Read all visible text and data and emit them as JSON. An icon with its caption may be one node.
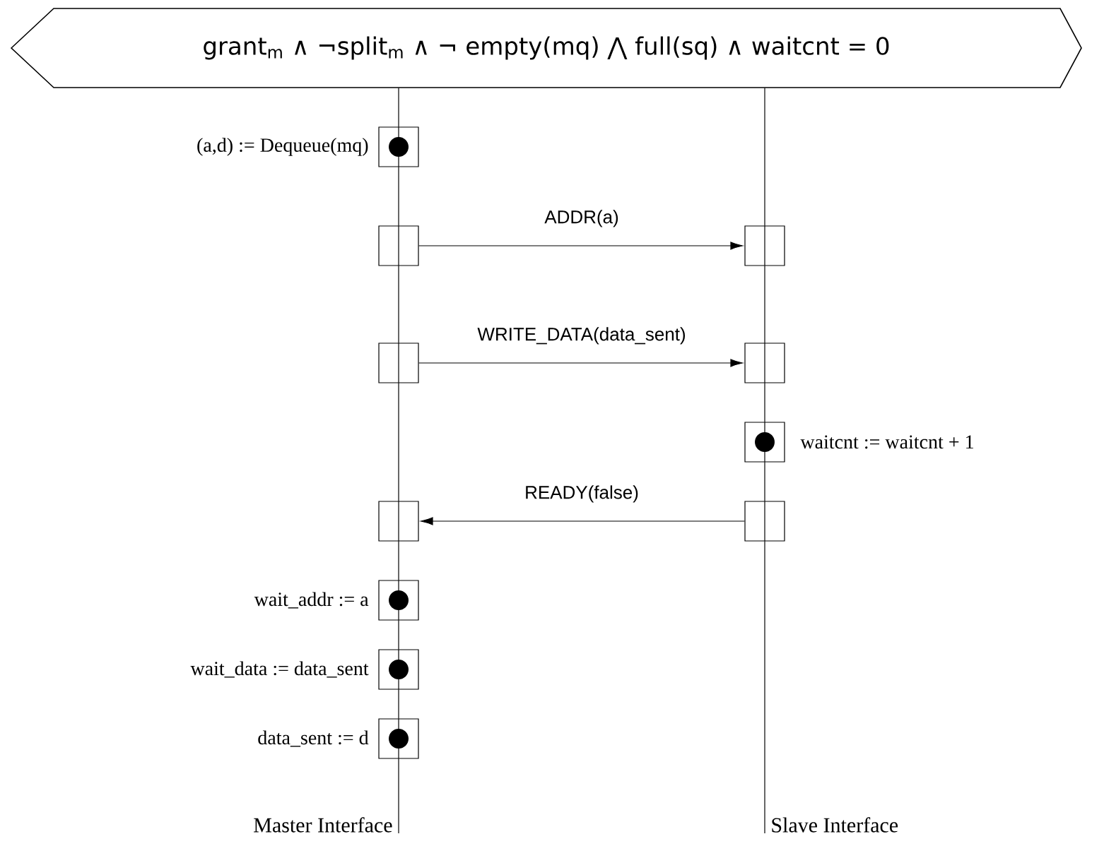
{
  "diagram": {
    "nodes": [
      {
        "text": [
          "grant$_{m}$ ∧ ¬split$_{m}$ ∧ ¬ empty(mq) ⋀ full(sq) ∧ waitcnt = 0"
        ]
      },
      {
        "text": [],
        "shape": "box",
        "beside": [
          "(a,d) := Dequeue(mq)"
        ]
      },
      {
        "text": [],
        "shape": "box"
      },
      {
        "text": [],
        "shape": "box"
      },
      {
        "text": [],
        "shape": "box"
      },
      {
        "text": [],
        "shape": "box"
      },
      {
        "text": [],
        "shape": "box",
        "beside": [
          "waitcnt := waitcnt + 1"
        ]
      },
      {
        "text": [],
        "shape": "box"
      },
      {
        "text": [],
        "shape": "box"
      },
      {
        "text": [],
        "shape": "box",
        "beside": [
          "wait_addr := a"
        ]
      },
      {
        "text": [],
        "shape": "box",
        "beside": [
          "wait_data := data_sent"
        ]
      },
      {
        "text": [],
        "shape": "box",
        "beside": [
          "data_sent := d"
        ]
      },
      {
        "text": [
          "Master Interface"
        ]
      },
      {
        "text": [
          "Slave Interface"
        ]
      }
    ],
    "edges": [
      {
        "from": 0,
        "to": 1,
        "arrow": "none"
      },
      {
        "from": 1,
        "to": 2,
        "arrow": "none"
      },
      {
        "from": 2,
        "to": 4,
        "arrow": "none"
      },
      {
        "from": 4,
        "to": 7,
        "arrow": "none"
      },
      {
        "from": 7,
        "to": 9,
        "arrow": "none"
      },
      {
        "from": 9,
        "to": 10,
        "arrow": "none"
      },
      {
        "from": 10,
        "to": 11,
        "arrow": "none"
      },
      {
        "from": 11,
        "to": 12,
        "arrow": "none"
      },
      {
        "from": 0,
        "to": 3,
        "arrow": "none"
      },
      {
        "from": 3,
        "to": 5,
        "arrow": "none"
      },
      {
        "from": 5,
        "to": 6,
        "arrow": "none"
      },
      {
        "from": 6,
        "to": 8,
        "arrow": "none"
      },
      {
        "from": 8,
        "to": 13,
        "arrow": "none"
      },
      {
        "from": 2,
        "to": 3,
        "arrow": "to",
        "label": "ADDR(a)"
      },
      {
        "from": 4,
        "to": 5,
        "arrow": "to",
        "label": "WRITE_DATA(data_sent)"
      },
      {
        "from": 8,
        "to": 7,
        "arrow": "to",
        "label": "READY(false)"
      }
    ]
  }
}
